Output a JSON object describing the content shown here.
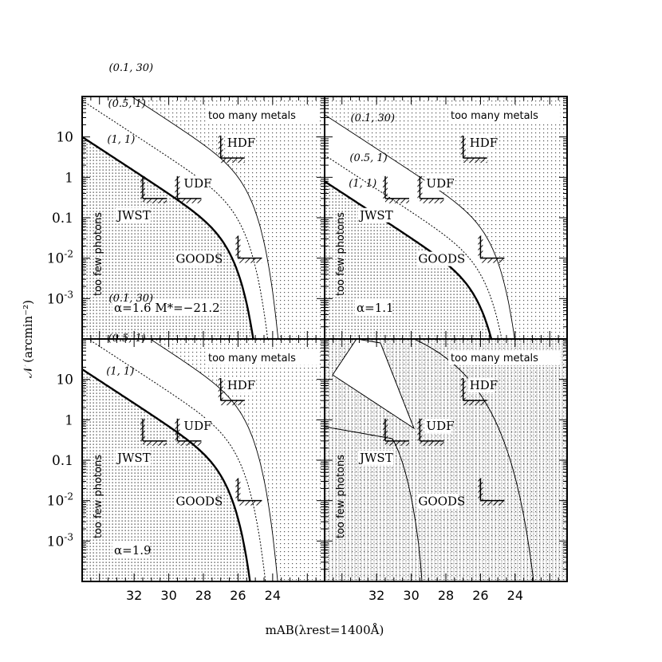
{
  "chart_data": {
    "type": "line",
    "ylabel": "𝒩 (arcmin⁻²)",
    "xlabel": "mAB(λrest=1400Å)",
    "y_log_range": [
      0.0001,
      100
    ],
    "x_range": [
      35,
      21
    ],
    "y_ticks": [
      {
        "value": 10,
        "label": "10"
      },
      {
        "value": 1,
        "label": "1"
      },
      {
        "value": 0.1,
        "label": "0.1"
      },
      {
        "value": 0.01,
        "label": "10",
        "sup": "-2"
      },
      {
        "value": 0.001,
        "label": "10",
        "sup": "-3"
      }
    ],
    "x_ticks": [
      32,
      30,
      28,
      26,
      24
    ],
    "region_labels": {
      "metals": "too many metals",
      "photons": "too few photons"
    },
    "survey_limits": [
      {
        "name": "HDF",
        "mag": 27.0,
        "n": 3.0
      },
      {
        "name": "UDF",
        "mag": 29.5,
        "n": 0.3
      },
      {
        "name": "JWST",
        "mag": 31.5,
        "n": 0.3
      },
      {
        "name": "GOODS",
        "mag": 26.0,
        "n": 0.01
      }
    ],
    "panels": [
      {
        "annotation": "α=1.6  M*=−21.2",
        "curves": [
          {
            "label": "(1, 1)",
            "style": "thick",
            "m0": 24.8,
            "logN0": 1.0
          },
          {
            "label": "(0.5, 1)",
            "style": "dotted",
            "m0": 24.2,
            "logN0": 1.9
          },
          {
            "label": "(0.1, 30)",
            "style": "thin",
            "m0": 23.8,
            "logN0": 2.8
          }
        ]
      },
      {
        "annotation": "α=1.1",
        "curves": [
          {
            "label": "(1, 1)",
            "style": "thick",
            "m0": 24.5,
            "logN0": -0.1
          },
          {
            "label": "(0.5, 1)",
            "style": "dotted",
            "m0": 24.2,
            "logN0": 0.55
          },
          {
            "label": "(0.1, 30)",
            "style": "thin",
            "m0": 23.8,
            "logN0": 1.55
          }
        ]
      },
      {
        "annotation": "α=1.9",
        "curves": [
          {
            "label": "(1, 1)",
            "style": "thick",
            "m0": 25.1,
            "logN0": 1.25
          },
          {
            "label": "(0.5, 1)",
            "style": "dotted",
            "m0": 24.4,
            "logN0": 2.1
          },
          {
            "label": "(0.1, 30)",
            "style": "thin",
            "m0": 23.9,
            "logN0": 3.1
          }
        ]
      },
      {
        "annotation": "",
        "curves": []
      }
    ]
  }
}
